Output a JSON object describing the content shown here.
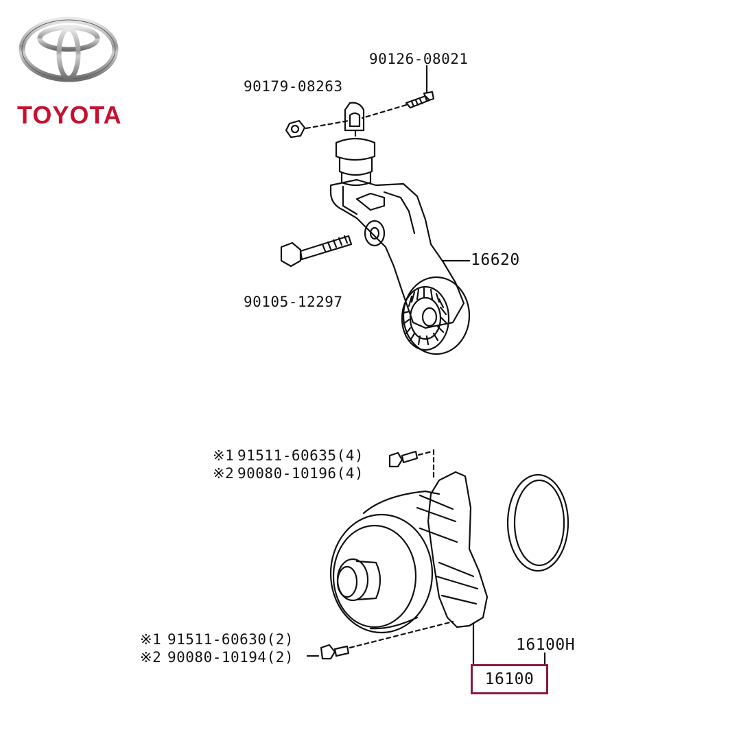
{
  "brand": {
    "name": "TOYOTA",
    "logo_icon": "toyota-emblem-icon",
    "color": "#c8102e"
  },
  "assembly_top": {
    "labels": {
      "bolt_top": "90126-08021",
      "nut_top": "90179-08263",
      "tensioner": "16620",
      "bolt_lower": "90105-12297"
    }
  },
  "assembly_bottom": {
    "labels": {
      "ref1_mark": "※1",
      "ref2_mark": "※2",
      "bolt_upper_a": "91511-60635(4)",
      "bolt_upper_b": "90080-10196(4)",
      "bolt_lower_a": "91511-60630(2)",
      "bolt_lower_b": "90080-10194(2)",
      "gasket": "16100H",
      "water_pump": "16100"
    },
    "highlight_color": "#8b1a3a"
  }
}
